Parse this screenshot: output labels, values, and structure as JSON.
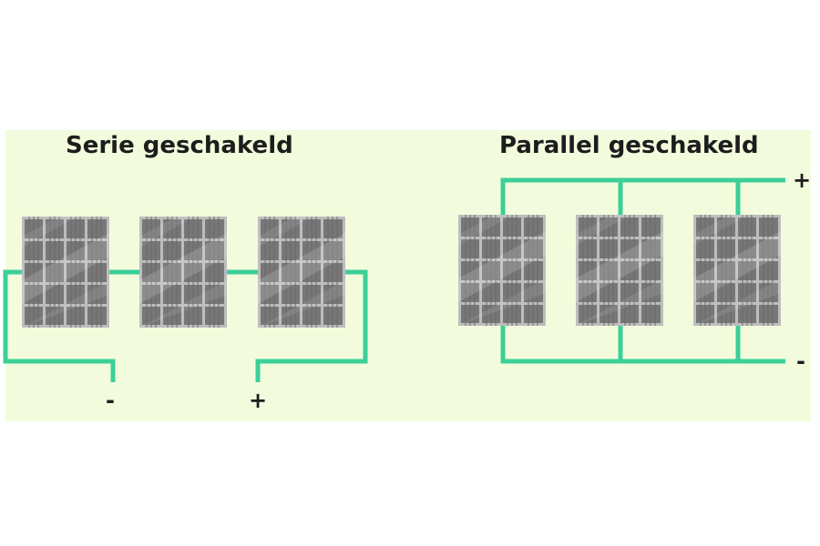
{
  "series": {
    "title": "Serie geschakeld",
    "minus_label": "-",
    "plus_label": "+",
    "panel_count": 3
  },
  "parallel": {
    "title": "Parallel geschakeld",
    "plus_label": "+",
    "minus_label": "-",
    "panel_count": 3
  },
  "colors": {
    "background_panel": "#f2fcdc",
    "wire": "#3ccf98",
    "panel_frame": "#bdbdbd",
    "panel_cell": "#777777",
    "panel_cell_highlight": "#8a8a8a",
    "text": "#1d1d1d"
  }
}
